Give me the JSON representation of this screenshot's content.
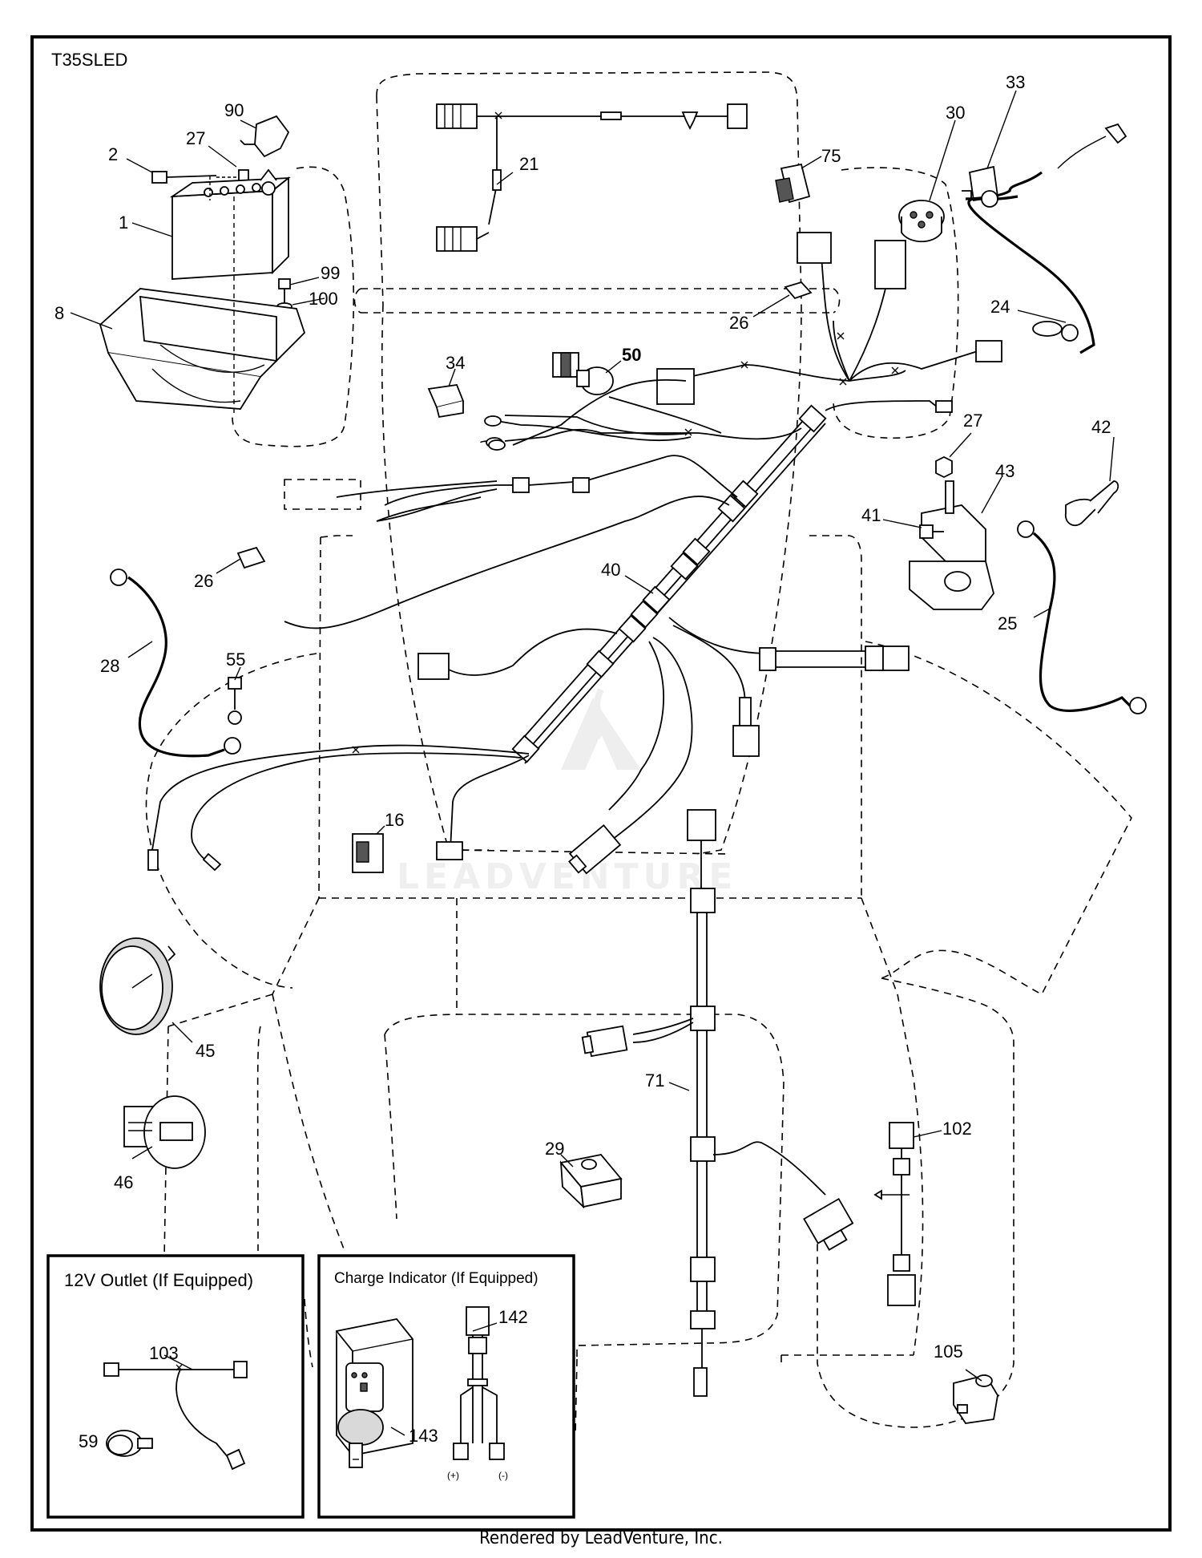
{
  "model": "T35SLED",
  "footer": "Rendered by LeadVenture, Inc.",
  "watermark": "LEADVENTURE",
  "callouts": {
    "c90": "90",
    "c27a": "27",
    "c2": "2",
    "c1": "1",
    "c99": "99",
    "c100": "100",
    "c8": "8",
    "c21": "21",
    "c75": "75",
    "c30": "30",
    "c33": "33",
    "c24": "24",
    "c26a": "26",
    "c34": "34",
    "c50": "50",
    "c27b": "27",
    "c42": "42",
    "c43": "43",
    "c41": "41",
    "c26b": "26",
    "c40": "40",
    "c25": "25",
    "c28": "28",
    "c55": "55",
    "c16": "16",
    "c45": "45",
    "c46": "46",
    "c71": "71",
    "c29": "29",
    "c102": "102",
    "c105": "105",
    "c103": "103",
    "c59": "59",
    "c142": "142",
    "c143": "143"
  },
  "inset_outlet": {
    "title": "12V Outlet (If Equipped)"
  },
  "inset_charge": {
    "title": "Charge Indicator (If Equipped)",
    "plus": "(+)",
    "minus": "(-)"
  }
}
